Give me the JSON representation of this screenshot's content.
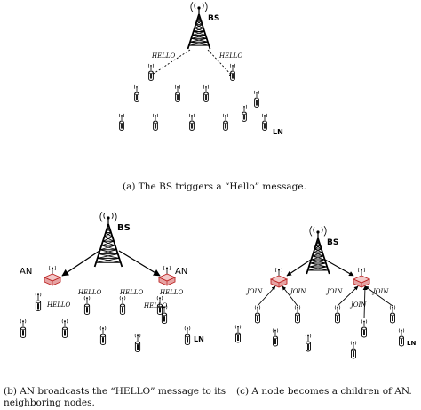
{
  "panel_a": {
    "caption": "(a) The BS triggers a “Hello” message.",
    "bs_label": "BS",
    "hello_label": "HELLO",
    "ln_label": "LN"
  },
  "panel_b": {
    "caption_line1": "(b) AN broadcasts the “HELLO” message to its",
    "caption_line2": "neighboring nodes.",
    "bs_label": "BS",
    "an_label": "AN",
    "hello_label": "HELLO",
    "ln_label": "LN"
  },
  "panel_c": {
    "caption": "(c) A node becomes a children of AN.",
    "bs_label": "BS",
    "join_label": "JOIN",
    "ln_label": "LN"
  }
}
